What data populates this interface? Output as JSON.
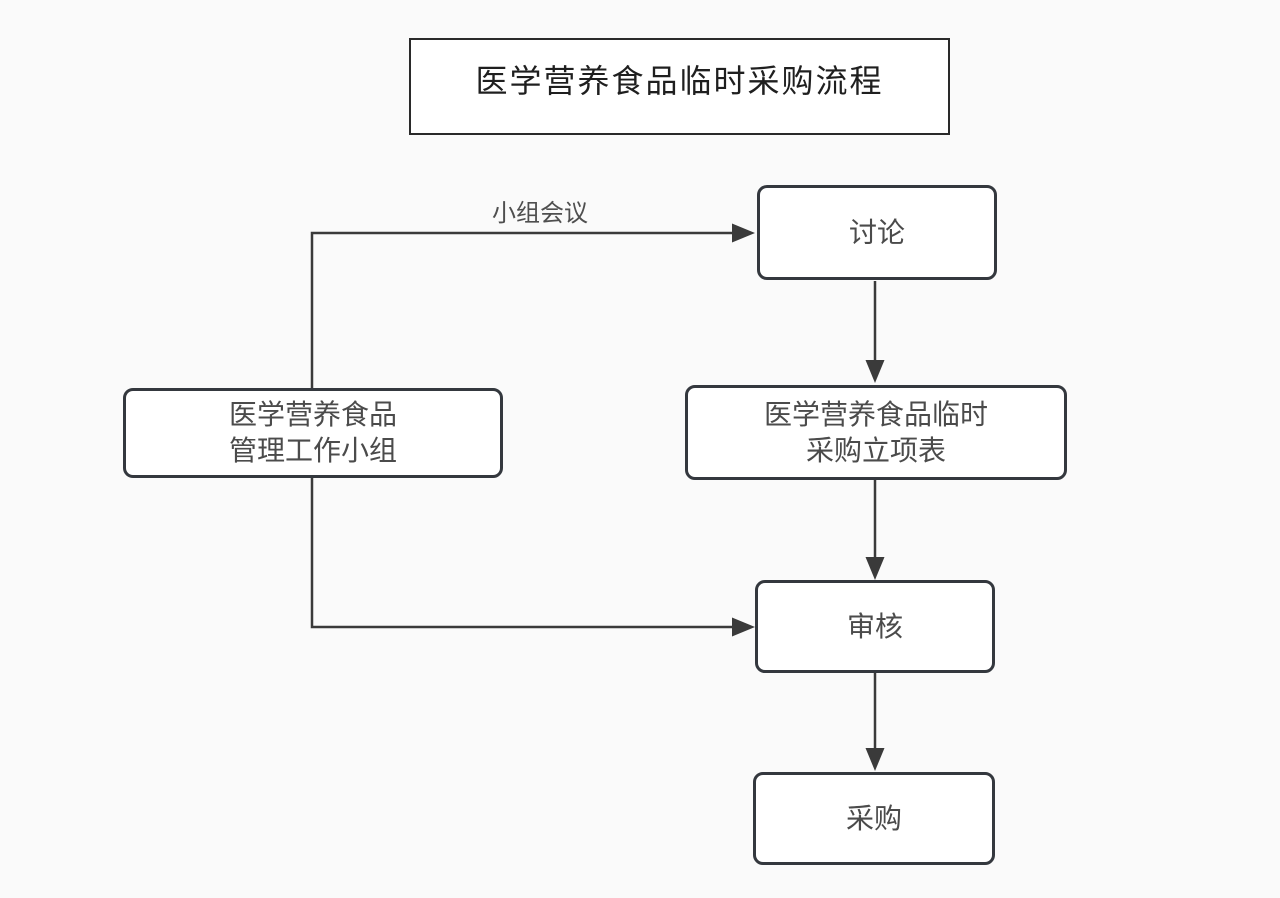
{
  "diagram": {
    "title": "医学营养食品临时采购流程",
    "nodes": {
      "management_group": {
        "lines": [
          "医学营养食品",
          "管理工作小组"
        ]
      },
      "discuss": {
        "lines": [
          "讨论"
        ]
      },
      "project_form": {
        "lines": [
          "医学营养食品临时",
          "采购立项表"
        ]
      },
      "review": {
        "lines": [
          "审核"
        ]
      },
      "purchase": {
        "lines": [
          "采购"
        ]
      }
    },
    "edge_labels": {
      "group_meeting": "小组会议"
    },
    "edges": [
      {
        "from": "management_group",
        "to": "discuss",
        "label": "小组会议",
        "style": "elbow-up-right-arrow"
      },
      {
        "from": "discuss",
        "to": "project_form",
        "label": "",
        "style": "straight-down-arrow"
      },
      {
        "from": "project_form",
        "to": "review",
        "label": "",
        "style": "straight-down-arrow"
      },
      {
        "from": "management_group",
        "to": "review",
        "label": "",
        "style": "elbow-down-right-arrow"
      },
      {
        "from": "review",
        "to": "purchase",
        "label": "",
        "style": "straight-down-arrow"
      }
    ],
    "colors": {
      "background": "#fafafa",
      "node_border": "#34383e",
      "node_fill": "#ffffff",
      "line": "#3a3a3a",
      "node_text": "#4b4b4b",
      "title_text": "#1f1f1f",
      "title_border": "#2a2a2a",
      "edge_label_text": "#4f4f4f"
    }
  }
}
